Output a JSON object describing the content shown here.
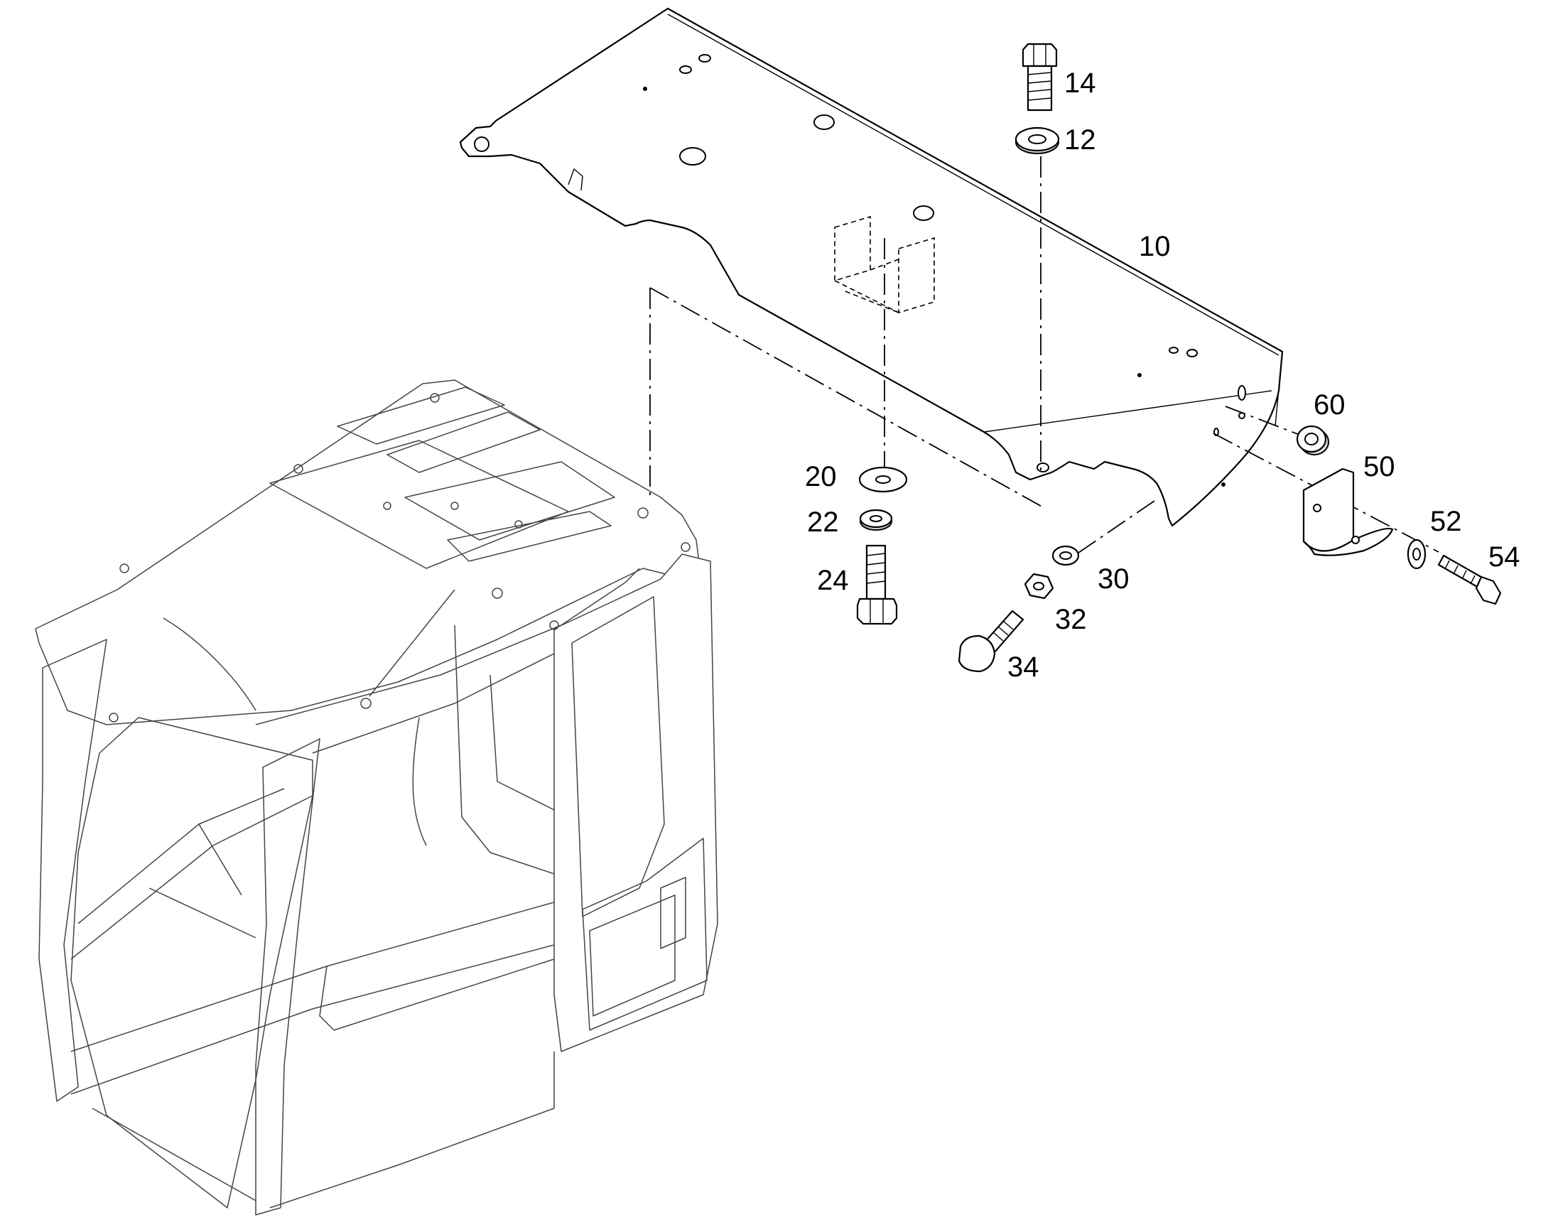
{
  "callouts": [
    {
      "id": "p14",
      "text": "14"
    },
    {
      "id": "p12",
      "text": "12"
    },
    {
      "id": "p10",
      "text": "10"
    },
    {
      "id": "p60",
      "text": "60"
    },
    {
      "id": "p50",
      "text": "50"
    },
    {
      "id": "p20",
      "text": "20"
    },
    {
      "id": "p22",
      "text": "22"
    },
    {
      "id": "p24",
      "text": "24"
    },
    {
      "id": "p30",
      "text": "30"
    },
    {
      "id": "p32",
      "text": "32"
    },
    {
      "id": "p34",
      "text": "34"
    },
    {
      "id": "p52",
      "text": "52"
    },
    {
      "id": "p54",
      "text": "54"
    }
  ],
  "colors": {
    "line": "#000000",
    "cab_line": "#444444",
    "washer_shade": "#d9d9d9"
  }
}
